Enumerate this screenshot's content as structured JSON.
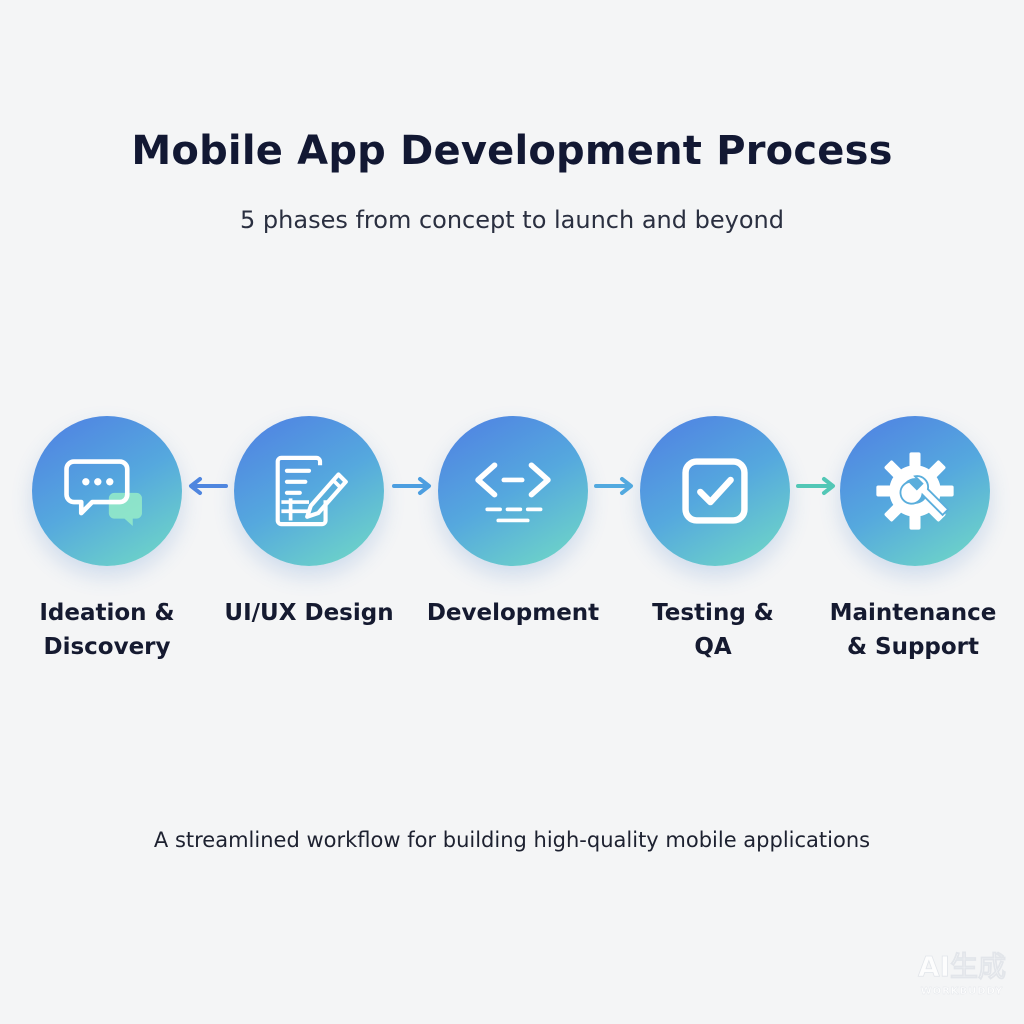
{
  "header": {
    "title": "Mobile App Development Process",
    "subtitle": "5 phases from concept to launch and beyond"
  },
  "phases": [
    {
      "label": "Ideation &\nDiscovery",
      "icon": "chat-bubbles-icon"
    },
    {
      "label": "UI/UX Design",
      "icon": "design-edit-icon"
    },
    {
      "label": "Development",
      "icon": "code-brackets-icon"
    },
    {
      "label": "Testing &\nQA",
      "icon": "checkbox-icon"
    },
    {
      "label": "Maintenance\n& Support",
      "icon": "gear-wrench-icon"
    }
  ],
  "connectors": [
    {
      "direction": "left",
      "color": "#4f86df"
    },
    {
      "direction": "right",
      "color": "#4c9ee0"
    },
    {
      "direction": "right",
      "color": "#52a9df"
    },
    {
      "direction": "right",
      "color": "#52c7b6"
    }
  ],
  "footer": {
    "text": "A streamlined workflow for building high-quality mobile applications"
  },
  "watermark": {
    "main": "AI生成",
    "sub": "WORKBUDDY"
  },
  "colors": {
    "gradient_start": "#4f7ee3",
    "gradient_mid": "#55a8de",
    "gradient_end": "#72dcc4",
    "title": "#121833",
    "background": "#f4f5f6"
  }
}
